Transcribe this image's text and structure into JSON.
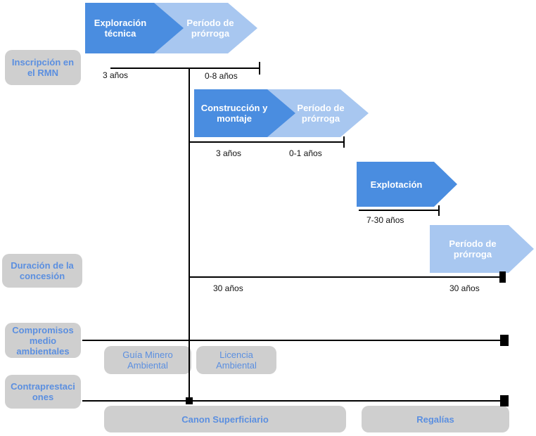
{
  "phases": {
    "exploracion": "Exploración\ntécnica",
    "prorroga_1": "Período de\nprórroga",
    "construccion": "Construcción y\nmontaje",
    "prorroga_2": "Período de\nprórroga",
    "explotacion": "Explotación",
    "prorroga_3": "Período de\nprórroga"
  },
  "durations": {
    "d1": "3 años",
    "d2": "0-8 años",
    "d3": "3 años",
    "d4": "0-1 años",
    "d5": "7-30 años",
    "d6": "30 años",
    "d7": "30 años"
  },
  "rows": {
    "rmn": "Inscripción en\nel RMN",
    "concesion": "Duración de la\nconcesión",
    "ambientales": "Compromisos\nmedio\nambientales",
    "contraprestaciones": "Contraprestaci\nones"
  },
  "items": {
    "guia": "Guía Minero\nAmbiental",
    "licencia": "Licencia\nAmbiental",
    "canon": "Canon Superficiario",
    "regalias": "Regalías"
  },
  "colors": {
    "dark_blue": "#4a8de0",
    "light_blue": "#a8c7f0",
    "pill_gray": "#cfcfcf",
    "label_blue": "#5b8fe0"
  }
}
